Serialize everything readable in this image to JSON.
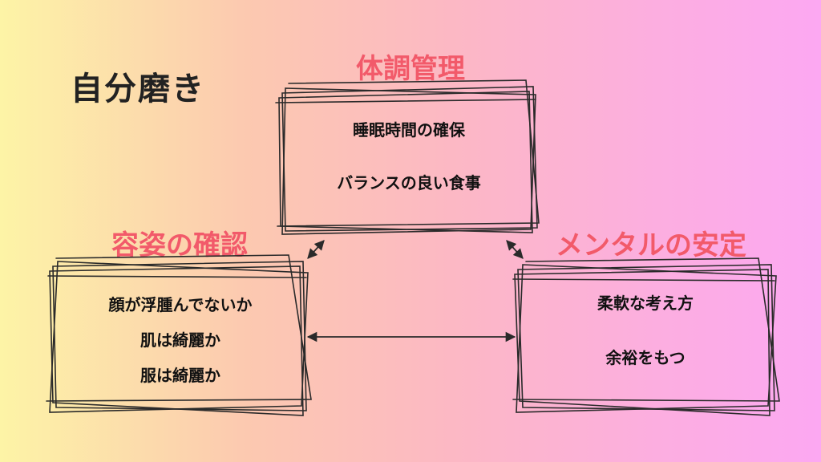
{
  "title": "自分磨き",
  "colors": {
    "heading": "#f25a6a",
    "stroke": "#2a2a2a"
  },
  "nodes": {
    "health": {
      "heading": "体調管理",
      "items": [
        "睡眠時間の確保",
        "バランスの良い食事"
      ]
    },
    "appearance": {
      "heading": "容姿の確認",
      "items": [
        "顔が浮腫んでないか",
        "肌は綺麗か",
        "服は綺麗か"
      ]
    },
    "mental": {
      "heading": "メンタルの安定",
      "items": [
        "柔軟な考え方",
        "余裕をもつ"
      ]
    }
  }
}
